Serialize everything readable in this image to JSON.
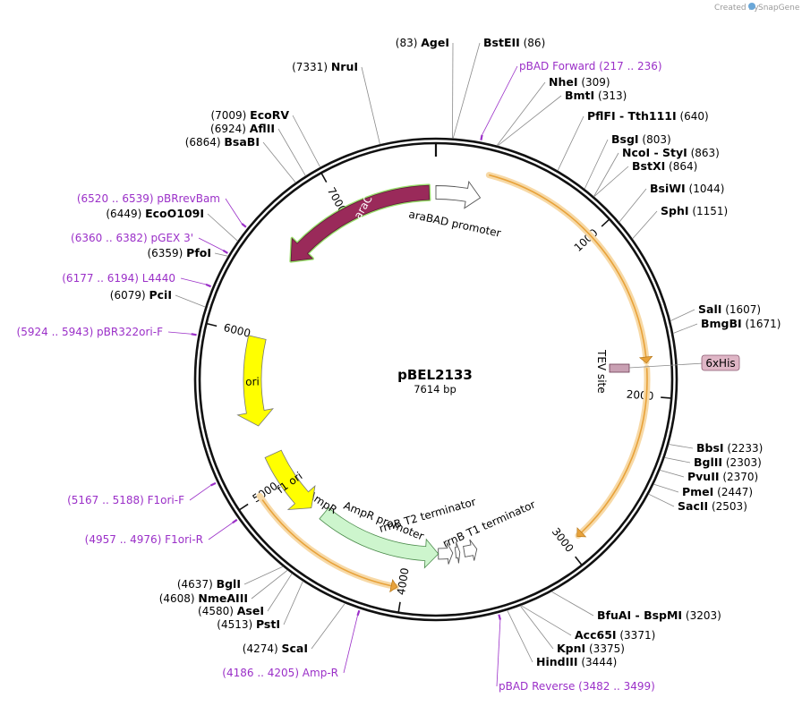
{
  "credit": {
    "created_by": "Created by",
    "brand": "SnapGene"
  },
  "plasmid": {
    "name": "pBEL2133",
    "length_label": "7614 bp",
    "length": 7614
  },
  "colors": {
    "primer": "#9b30c8",
    "enzyme_line": "#8a8a8a",
    "orange": "#e8a23a",
    "orange_glow": "#f7d9a6",
    "yellow": "#ffff00",
    "green": "#cdf5cd",
    "aracEdge": "#7ad43c",
    "arac": "#9a2a5a",
    "his": "#dfb6c6"
  },
  "scale_ticks": [
    {
      "bp": 1000,
      "label": "1000"
    },
    {
      "bp": 2000,
      "label": "2000"
    },
    {
      "bp": 3000,
      "label": "3000"
    },
    {
      "bp": 4000,
      "label": "4000"
    },
    {
      "bp": 5000,
      "label": "5000"
    },
    {
      "bp": 6000,
      "label": "6000"
    },
    {
      "bp": 7000,
      "label": "7000"
    }
  ],
  "enzymes": [
    {
      "name": "AgeI",
      "pos": "(83)",
      "bp": 83
    },
    {
      "name": "BstEII",
      "pos": "(86)",
      "bp": 86
    },
    {
      "name": "NheI",
      "pos": "(309)",
      "bp": 309
    },
    {
      "name": "BmtI",
      "pos": "(313)",
      "bp": 313
    },
    {
      "name": "PflFI - Tth111I",
      "pos": "(640)",
      "bp": 640
    },
    {
      "name": "BsgI",
      "pos": "(803)",
      "bp": 803
    },
    {
      "name": "NcoI - StyI",
      "pos": "(863)",
      "bp": 863
    },
    {
      "name": "BstXI",
      "pos": "(864)",
      "bp": 864
    },
    {
      "name": "BsiWI",
      "pos": "(1044)",
      "bp": 1044
    },
    {
      "name": "SphI",
      "pos": "(1151)",
      "bp": 1151
    },
    {
      "name": "SalI",
      "pos": "(1607)",
      "bp": 1607
    },
    {
      "name": "BmgBI",
      "pos": "(1671)",
      "bp": 1671
    },
    {
      "name": "BbsI",
      "pos": "(2233)",
      "bp": 2233
    },
    {
      "name": "BglII",
      "pos": "(2303)",
      "bp": 2303
    },
    {
      "name": "PvuII",
      "pos": "(2370)",
      "bp": 2370
    },
    {
      "name": "PmeI",
      "pos": "(2447)",
      "bp": 2447
    },
    {
      "name": "SacII",
      "pos": "(2503)",
      "bp": 2503
    },
    {
      "name": "BfuAI - BspMI",
      "pos": "(3203)",
      "bp": 3203
    },
    {
      "name": "Acc65I",
      "pos": "(3371)",
      "bp": 3371
    },
    {
      "name": "KpnI",
      "pos": "(3375)",
      "bp": 3375
    },
    {
      "name": "HindIII",
      "pos": "(3444)",
      "bp": 3444
    },
    {
      "name": "ScaI",
      "pos": "(4274)",
      "bp": 4274
    },
    {
      "name": "PstI",
      "pos": "(4513)",
      "bp": 4513
    },
    {
      "name": "AseI",
      "pos": "(4580)",
      "bp": 4580
    },
    {
      "name": "NmeAIII",
      "pos": "(4608)",
      "bp": 4608
    },
    {
      "name": "BglI",
      "pos": "(4637)",
      "bp": 4637
    },
    {
      "name": "PciI",
      "pos": "(6079)",
      "bp": 6079
    },
    {
      "name": "PfoI",
      "pos": "(6359)",
      "bp": 6359
    },
    {
      "name": "EcoO109I",
      "pos": "(6449)",
      "bp": 6449
    },
    {
      "name": "BsaBI",
      "pos": "(6864)",
      "bp": 6864
    },
    {
      "name": "AflII",
      "pos": "(6924)",
      "bp": 6924
    },
    {
      "name": "EcoRV",
      "pos": "(7009)",
      "bp": 7009
    },
    {
      "name": "NruI",
      "pos": "(7331)",
      "bp": 7331
    }
  ],
  "primers": [
    {
      "name": "pBAD Forward",
      "range": "(217 .. 236)",
      "bp": 226
    },
    {
      "name": "pBAD Reverse",
      "range": "(3482 .. 3499)",
      "bp": 3490
    },
    {
      "name": "Amp-R",
      "range": "(4186 .. 4205)",
      "bp": 4195
    },
    {
      "name": "F1ori-R",
      "range": "(4957 .. 4976)",
      "bp": 4966
    },
    {
      "name": "F1ori-F",
      "range": "(5167 .. 5188)",
      "bp": 5177
    },
    {
      "name": "pBR322ori-F",
      "range": "(5924 .. 5943)",
      "bp": 5933
    },
    {
      "name": "L4440",
      "range": "(6177 .. 6194)",
      "bp": 6185
    },
    {
      "name": "pGEX 3'",
      "range": "(6360 .. 6382)",
      "bp": 6371
    },
    {
      "name": "pBRrevBam",
      "range": "(6520 .. 6539)",
      "bp": 6530
    }
  ],
  "features": [
    {
      "name": "araC",
      "start": 6540,
      "end": 7570,
      "dir": -1,
      "kind": "arac"
    },
    {
      "name": "araBAD promoter",
      "start": 0,
      "end": 290,
      "dir": 1,
      "kind": "white"
    },
    {
      "name": "",
      "start": 300,
      "end": 1810,
      "dir": 1,
      "kind": "orange"
    },
    {
      "name": "",
      "start": 1830,
      "end": 2920,
      "dir": 1,
      "kind": "orange"
    },
    {
      "name": "TEV site",
      "start": 1765,
      "end": 1800,
      "dir": 1,
      "kind": "tev"
    },
    {
      "name": "",
      "start": 4030,
      "end": 5010,
      "dir": -1,
      "kind": "orange"
    },
    {
      "name": "rrnB T1 terminator",
      "start": 3520,
      "end": 3610,
      "dir": -1,
      "kind": "white"
    },
    {
      "name": "rrnB T2 terminator",
      "start": 3640,
      "end": 3670,
      "dir": -1,
      "kind": "white"
    },
    {
      "name": "AmpR promoter",
      "start": 3690,
      "end": 3790,
      "dir": -1,
      "kind": "white"
    },
    {
      "name": "AmpR",
      "start": 3790,
      "end": 4650,
      "dir": -1,
      "kind": "green"
    },
    {
      "name": "f1 ori",
      "start": 4740,
      "end": 5190,
      "dir": -1,
      "kind": "yellow"
    },
    {
      "name": "ori",
      "start": 5400,
      "end": 5990,
      "dir": -1,
      "kind": "yellow"
    }
  ],
  "his_tag": {
    "label": "6xHis",
    "bp": 1790
  }
}
